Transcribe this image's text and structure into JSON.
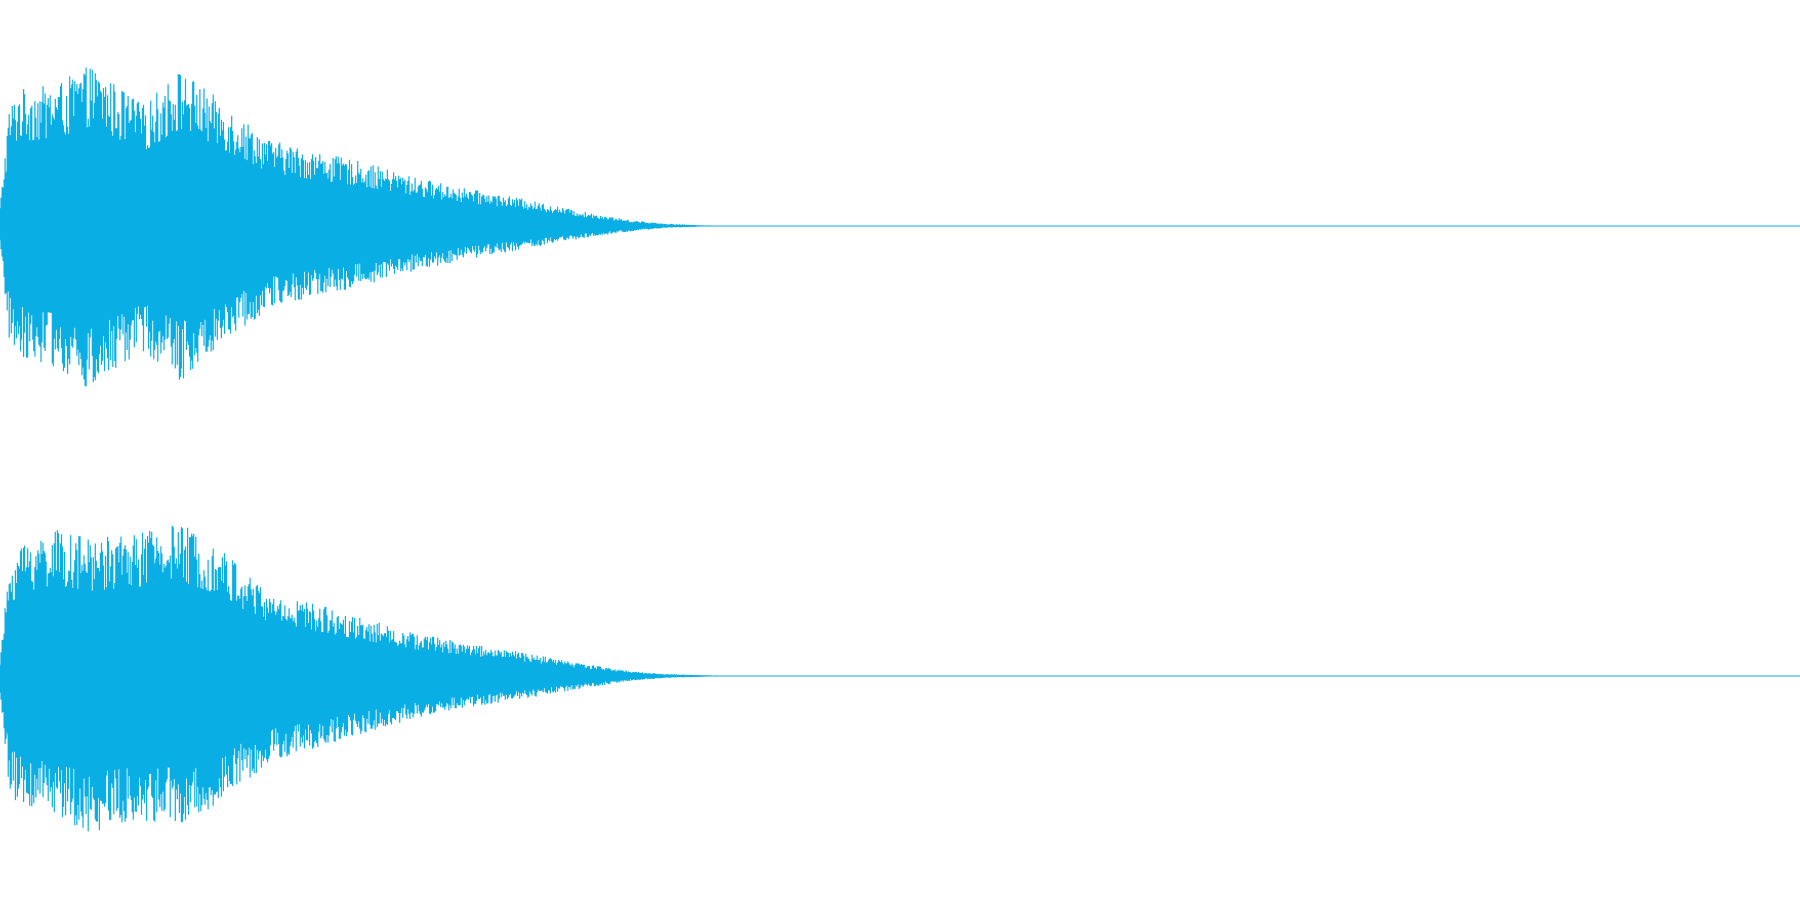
{
  "chart_data": {
    "type": "area",
    "color": "#09aee4",
    "grid": false,
    "legend": "none",
    "xlim": [
      0,
      1
    ],
    "ylim": [
      -1,
      1
    ],
    "channels": [
      {
        "peak_envelope": {
          "x": [
            0.0,
            0.005,
            0.01,
            0.03,
            0.05,
            0.08,
            0.1,
            0.12,
            0.15,
            0.18,
            0.2,
            0.23,
            0.26,
            0.29,
            0.32,
            0.35,
            0.37,
            0.39,
            0.41,
            1.0
          ],
          "upper": [
            0.1,
            0.6,
            0.7,
            0.72,
            0.82,
            0.62,
            0.8,
            0.66,
            0.44,
            0.37,
            0.33,
            0.25,
            0.19,
            0.14,
            0.08,
            0.03,
            0.012,
            0.004,
            0.0,
            0.0
          ],
          "lower": [
            -0.1,
            -0.58,
            -0.66,
            -0.72,
            -0.85,
            -0.64,
            -0.8,
            -0.62,
            -0.42,
            -0.35,
            -0.31,
            -0.23,
            -0.17,
            -0.12,
            -0.07,
            -0.028,
            -0.01,
            -0.003,
            0.0,
            0.0
          ]
        }
      },
      {
        "peak_envelope": {
          "x": [
            0.0,
            0.005,
            0.01,
            0.03,
            0.05,
            0.08,
            0.1,
            0.12,
            0.15,
            0.18,
            0.2,
            0.23,
            0.26,
            0.29,
            0.32,
            0.35,
            0.37,
            0.39,
            0.41,
            1.0
          ],
          "upper": [
            0.08,
            0.55,
            0.68,
            0.75,
            0.7,
            0.74,
            0.78,
            0.68,
            0.42,
            0.36,
            0.3,
            0.22,
            0.17,
            0.12,
            0.07,
            0.025,
            0.01,
            0.005,
            0.0,
            0.0
          ],
          "lower": [
            -0.09,
            -0.57,
            -0.66,
            -0.72,
            -0.8,
            -0.74,
            -0.76,
            -0.66,
            -0.44,
            -0.36,
            -0.3,
            -0.22,
            -0.16,
            -0.12,
            -0.07,
            -0.025,
            -0.01,
            -0.004,
            0.0,
            0.0
          ]
        }
      }
    ]
  }
}
